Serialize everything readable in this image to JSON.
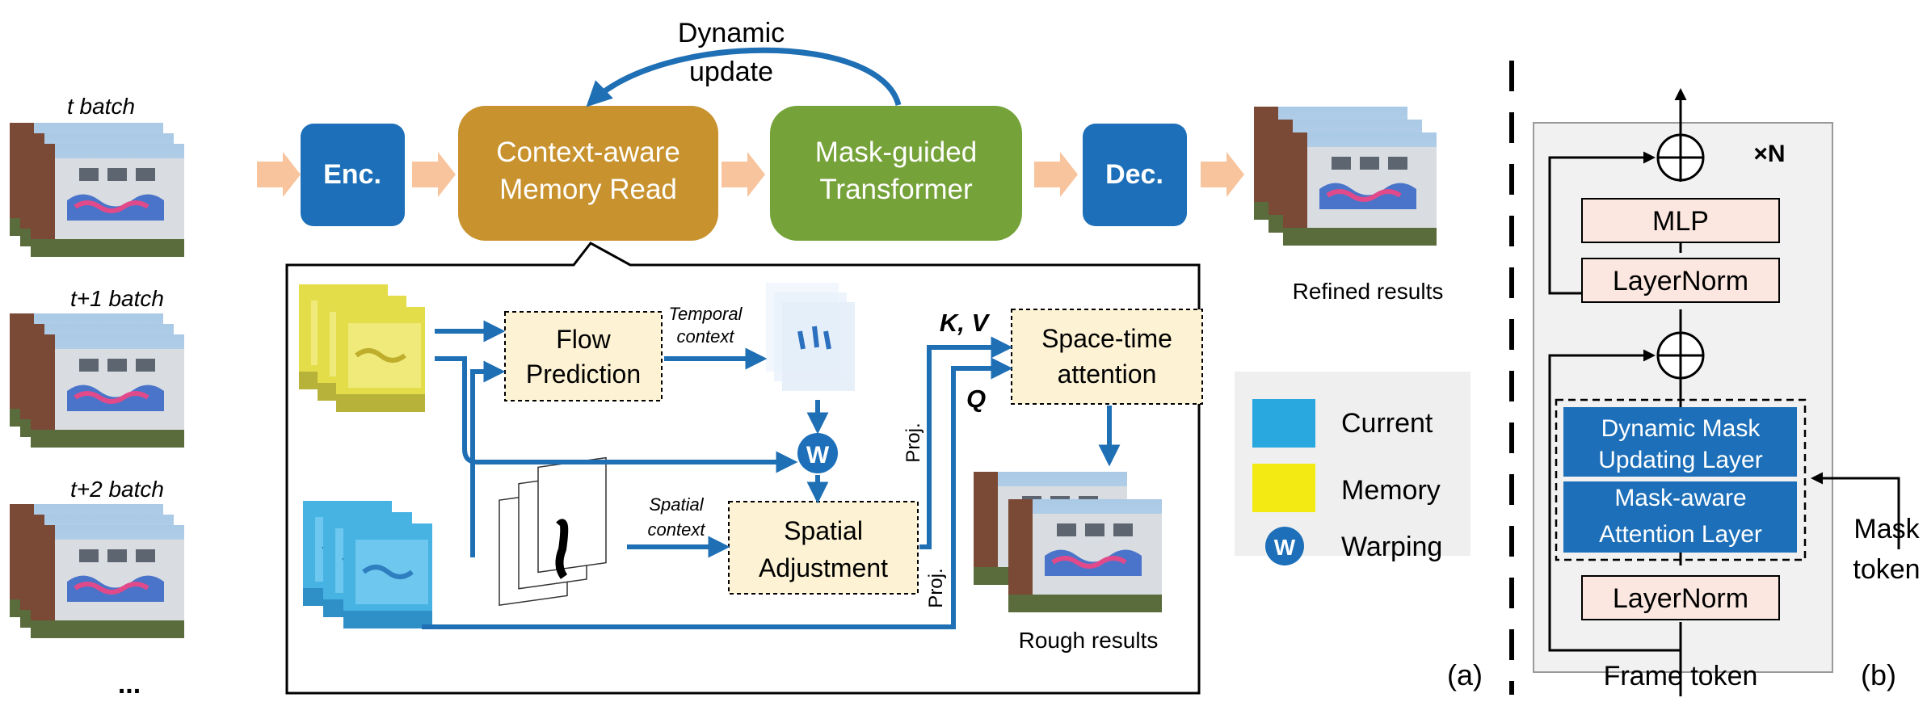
{
  "colors": {
    "blue_dark": "#1c6fb8",
    "arrow_blue": "#1f6fb5",
    "gold": "#c8922e",
    "green": "#76a23a",
    "peach_arrow": "#f8c49d",
    "cream_box": "#fdf2d3",
    "pink_box": "#fbe7df",
    "legend_current": "#29a8e0",
    "legend_memory": "#f2ea12",
    "legend_bg": "#efefef",
    "panel_b_bg": "#f1f1f1"
  },
  "batches": [
    {
      "label": "t batch"
    },
    {
      "label": "t+1  batch"
    },
    {
      "label": "t+2  batch"
    }
  ],
  "ellipsis": "...",
  "pipeline": {
    "enc": "Enc.",
    "memory_read": [
      "Context-aware",
      "Memory Read"
    ],
    "transformer": [
      "Mask-guided",
      "Transformer"
    ],
    "dec": "Dec.",
    "dynamic_update": [
      "Dynamic",
      "update"
    ],
    "refined_results": "Refined results"
  },
  "detail": {
    "flow_prediction": [
      "Flow",
      "Prediction"
    ],
    "temporal_context": [
      "Temporal",
      "context"
    ],
    "warp_symbol": "W",
    "spatial_context": [
      "Spatial",
      "context"
    ],
    "spatial_adjustment": [
      "Spatial",
      "Adjustment"
    ],
    "kv": "K, V",
    "q": "Q",
    "proj_upper": "Proj.",
    "proj_lower": "Proj.",
    "space_time_attention": [
      "Space-time",
      "attention"
    ],
    "rough_results": "Rough results"
  },
  "legend": {
    "current": "Current",
    "memory": "Memory",
    "warping": "Warping",
    "warp_symbol": "W"
  },
  "panel_b": {
    "repeat": "×N",
    "mlp": "MLP",
    "layernorm_top": "LayerNorm",
    "dynamic_mask": [
      "Dynamic Mask",
      "Updating Layer"
    ],
    "mask_aware": [
      "Mask-aware",
      "Attention Layer"
    ],
    "layernorm_bottom": "LayerNorm",
    "mask_token": [
      "Mask",
      "token"
    ],
    "frame_token": "Frame token"
  },
  "captions": {
    "a": "(a)",
    "b": "(b)"
  }
}
